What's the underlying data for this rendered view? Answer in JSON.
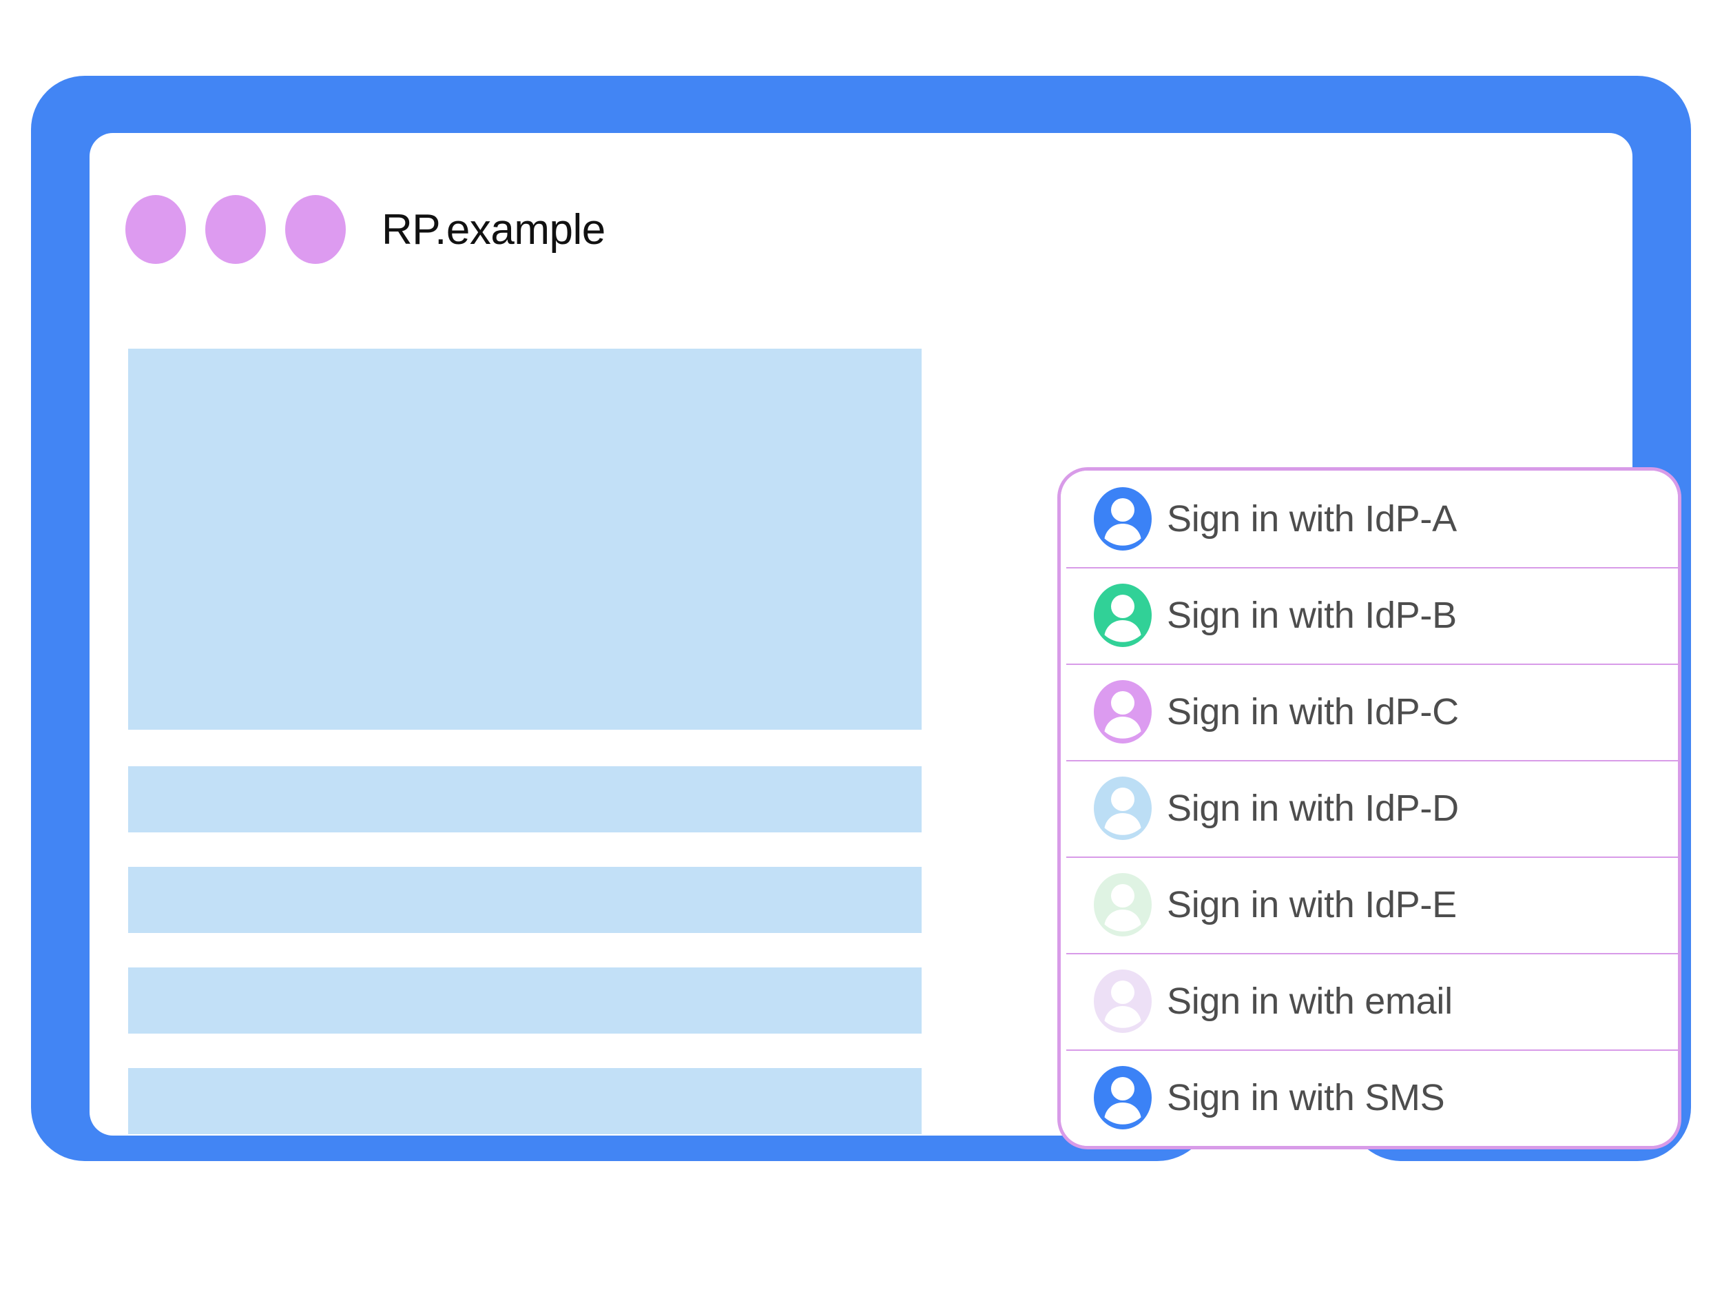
{
  "colors": {
    "frame_blue": "#4285F4",
    "dot_purple": "#DD9BF0",
    "placeholder_blue": "#C2E0F7",
    "panel_border": "#D89BE8",
    "label_text": "#4D4D4D"
  },
  "window": {
    "title": "RP.example",
    "dots": [
      {
        "name": "window-dot-1"
      },
      {
        "name": "window-dot-2"
      },
      {
        "name": "window-dot-3"
      }
    ]
  },
  "content_placeholders": [
    {
      "kind": "hero"
    },
    {
      "kind": "bar"
    },
    {
      "kind": "bar"
    },
    {
      "kind": "bar"
    },
    {
      "kind": "bar"
    }
  ],
  "account_chooser": {
    "rows": [
      {
        "label": "Sign in with IdP-A",
        "avatar_color": "#3B82F6",
        "avatar_icon": "person-avatar-icon"
      },
      {
        "label": "Sign in with IdP-B",
        "avatar_color": "#31D197",
        "avatar_icon": "person-avatar-icon"
      },
      {
        "label": "Sign in with IdP-C",
        "avatar_color": "#DC9BF0",
        "avatar_icon": "person-avatar-icon"
      },
      {
        "label": "Sign in with IdP-D",
        "avatar_color": "#BCDEF5",
        "avatar_icon": "person-avatar-icon"
      },
      {
        "label": "Sign in with IdP-E",
        "avatar_color": "#DFF3E3",
        "avatar_icon": "person-avatar-icon"
      },
      {
        "label": "Sign in with email",
        "avatar_color": "#EDE0F6",
        "avatar_icon": "person-avatar-icon"
      },
      {
        "label": "Sign in with SMS",
        "avatar_color": "#3B82F6",
        "avatar_icon": "person-avatar-icon"
      }
    ]
  },
  "device": {
    "home_button": "home-button"
  }
}
